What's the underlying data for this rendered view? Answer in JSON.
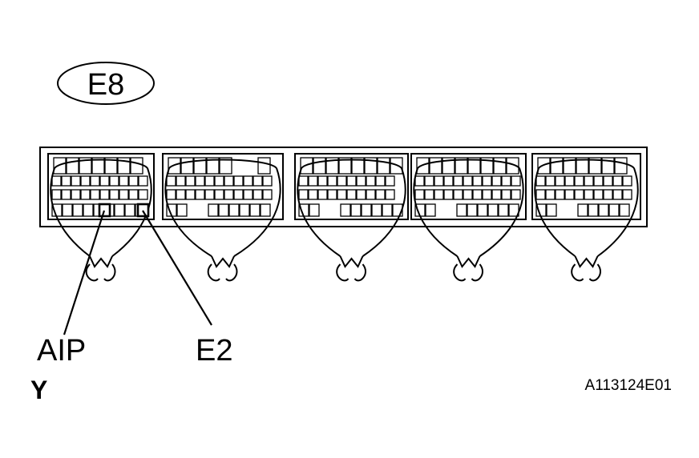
{
  "connector_id": "E8",
  "labels": {
    "aip": "AIP",
    "e2": "E2",
    "wire_color": "Y",
    "figure_code": "A113124E01"
  },
  "connector": {
    "section_count": 5,
    "highlighted_pins": [
      "AIP",
      "E2"
    ]
  },
  "colors": {
    "line": "#000000",
    "background": "#ffffff"
  }
}
